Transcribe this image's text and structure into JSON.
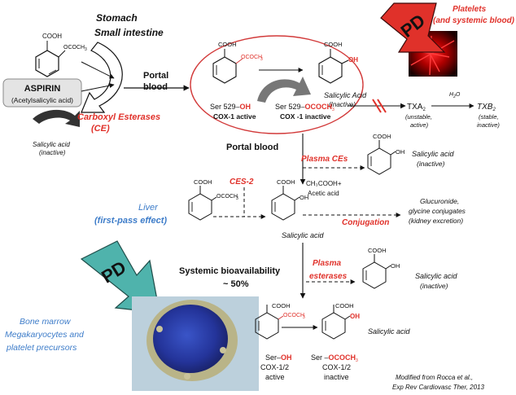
{
  "source_organs": [
    "Stomach",
    "Small intestine"
  ],
  "drug": {
    "name": "ASPIRIN",
    "chem": "(Acetylsalicylic acid)"
  },
  "struct_labels": {
    "cooh": "COOH",
    "ococh3": "OCOCH",
    "ococh3_sub": "3",
    "oh": "OH"
  },
  "ce": {
    "line1": "Carboxyl Esterases",
    "line2": "(CE)"
  },
  "sal_inactive_left": {
    "line1": "Salicylic acid",
    "line2": "(inactive)"
  },
  "portal_blood_1": {
    "line1": "Portal",
    "line2": "blood"
  },
  "ellipse": {
    "ser_left": "Ser 529–",
    "ser_left_oh": "OH",
    "cox_active": "COX-1 active",
    "sal_label": "Salicylic Acid",
    "sal_state": "(Inactive)",
    "ser_right": "Ser 529–",
    "ser_right_ococh3": "OCOCH",
    "cox_inactive": "COX -1 inactive"
  },
  "pd_top": {
    "label": "PD",
    "platelets_line1": "Platelets",
    "platelets_line2": "(and systemic blood)"
  },
  "txa2": {
    "name": "TXA",
    "sub": "2",
    "state1": "(unstable,",
    "state2": "active)"
  },
  "h2o": {
    "name": "H",
    "sub": "2",
    "tail": "O"
  },
  "txb2": {
    "name": "TXB",
    "sub": "2",
    "state1": "(stable,",
    "state2": "inactive)"
  },
  "portal_blood_2": "Portal blood",
  "plasma_ces": "Plasma CEs",
  "sal_inactive_right1": {
    "line1": "Salicylic acid",
    "line2": "(inactive)"
  },
  "ces2": "CES-2",
  "liver": {
    "line1": "Liver",
    "line2": "(first-pass effect)"
  },
  "acetic": {
    "line1": "CH₃COOH+",
    "line2": "Acetic acid"
  },
  "sal_center": "Salicylic acid",
  "conjugation": "Conjugation",
  "conjugates": {
    "line1": "Glucuronide,",
    "line2": "glycine conjugates",
    "line3": "(kidney excretion)"
  },
  "systemic": {
    "line1": "Systemic bioavailability",
    "line2": "~ 50%"
  },
  "plasma_esterases": {
    "line1": "Plasma",
    "line2": "esterases"
  },
  "sal_inactive_right2": {
    "line1": "Salicylic acid",
    "line2": "(inactive)"
  },
  "pd_bottom": "PD",
  "bone_marrow": {
    "line1": "Bone marrow",
    "line2": "Megakaryocytes and",
    "line3": "platelet precursors"
  },
  "bottom_sal": "Salicylic acid",
  "bottom_left": {
    "ser": "Ser–",
    "ser_oh": "OH",
    "cox": "COX-1/2",
    "state": "active"
  },
  "bottom_right": {
    "ser": "Ser –",
    "ser_ococh3": "OCOCH",
    "cox": "COX-1/2",
    "state": "inactive"
  },
  "citation": {
    "line1": "Modified from  Rocca et al.,",
    "line2": "Exp Rev Cardiovasc  Ther, 2013"
  },
  "colors": {
    "red": "#e0312a",
    "blue": "#3d7cc9",
    "teal": "#4fb3ac",
    "ellipse": "#d23a3a"
  }
}
